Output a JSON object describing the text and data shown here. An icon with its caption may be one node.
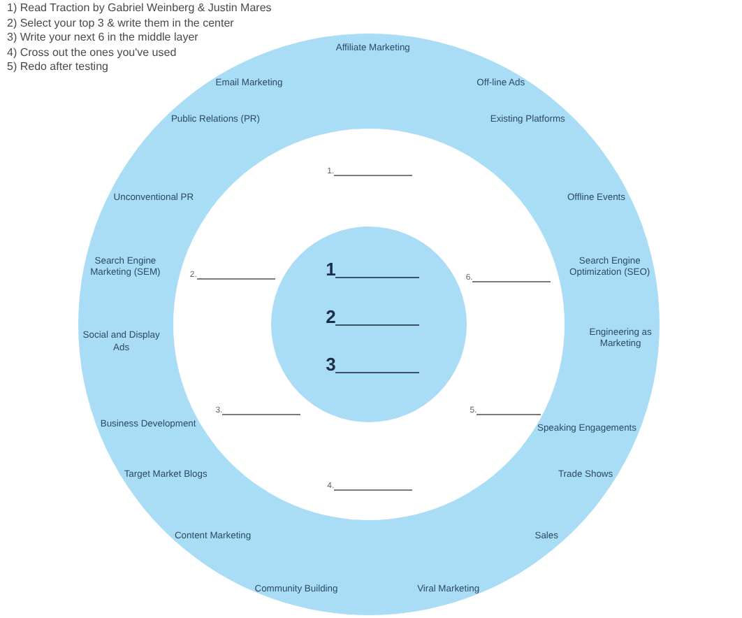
{
  "diagram": {
    "nodes": [
      {
        "text": [
          "Affiliate Marketing",
          "Email Marketing",
          "Off-line Ads",
          "Public Relations (PR)",
          "Existing Platforms",
          "Unconventional PR",
          "Offline Events",
          "Search Engine Marketing (SEM)",
          "Search Engine Optimization (SEO)",
          "Social and Display Ads",
          "Engineering as Marketing",
          "Business Development",
          "Speaking Engagements",
          "Target Market Blogs",
          "Trade Shows",
          "Content Marketing",
          "Sales",
          "Community Building",
          "Viral Marketing"
        ]
      },
      {
        "text": [
          "1.",
          "2.",
          "6.",
          "3.",
          "5.",
          "4."
        ],
        "in": 0
      },
      {
        "text": [
          "1",
          "2",
          "3"
        ],
        "in": 1
      }
    ],
    "edges": [],
    "labels": [
      "1) Read Traction by Gabriel Weinberg & Justin Mares",
      "2) Select your top 3 & write them in the center",
      "3) Write your next 6 in the middle layer",
      "4) Cross out the ones you've used",
      "5) Redo after testing"
    ]
  }
}
